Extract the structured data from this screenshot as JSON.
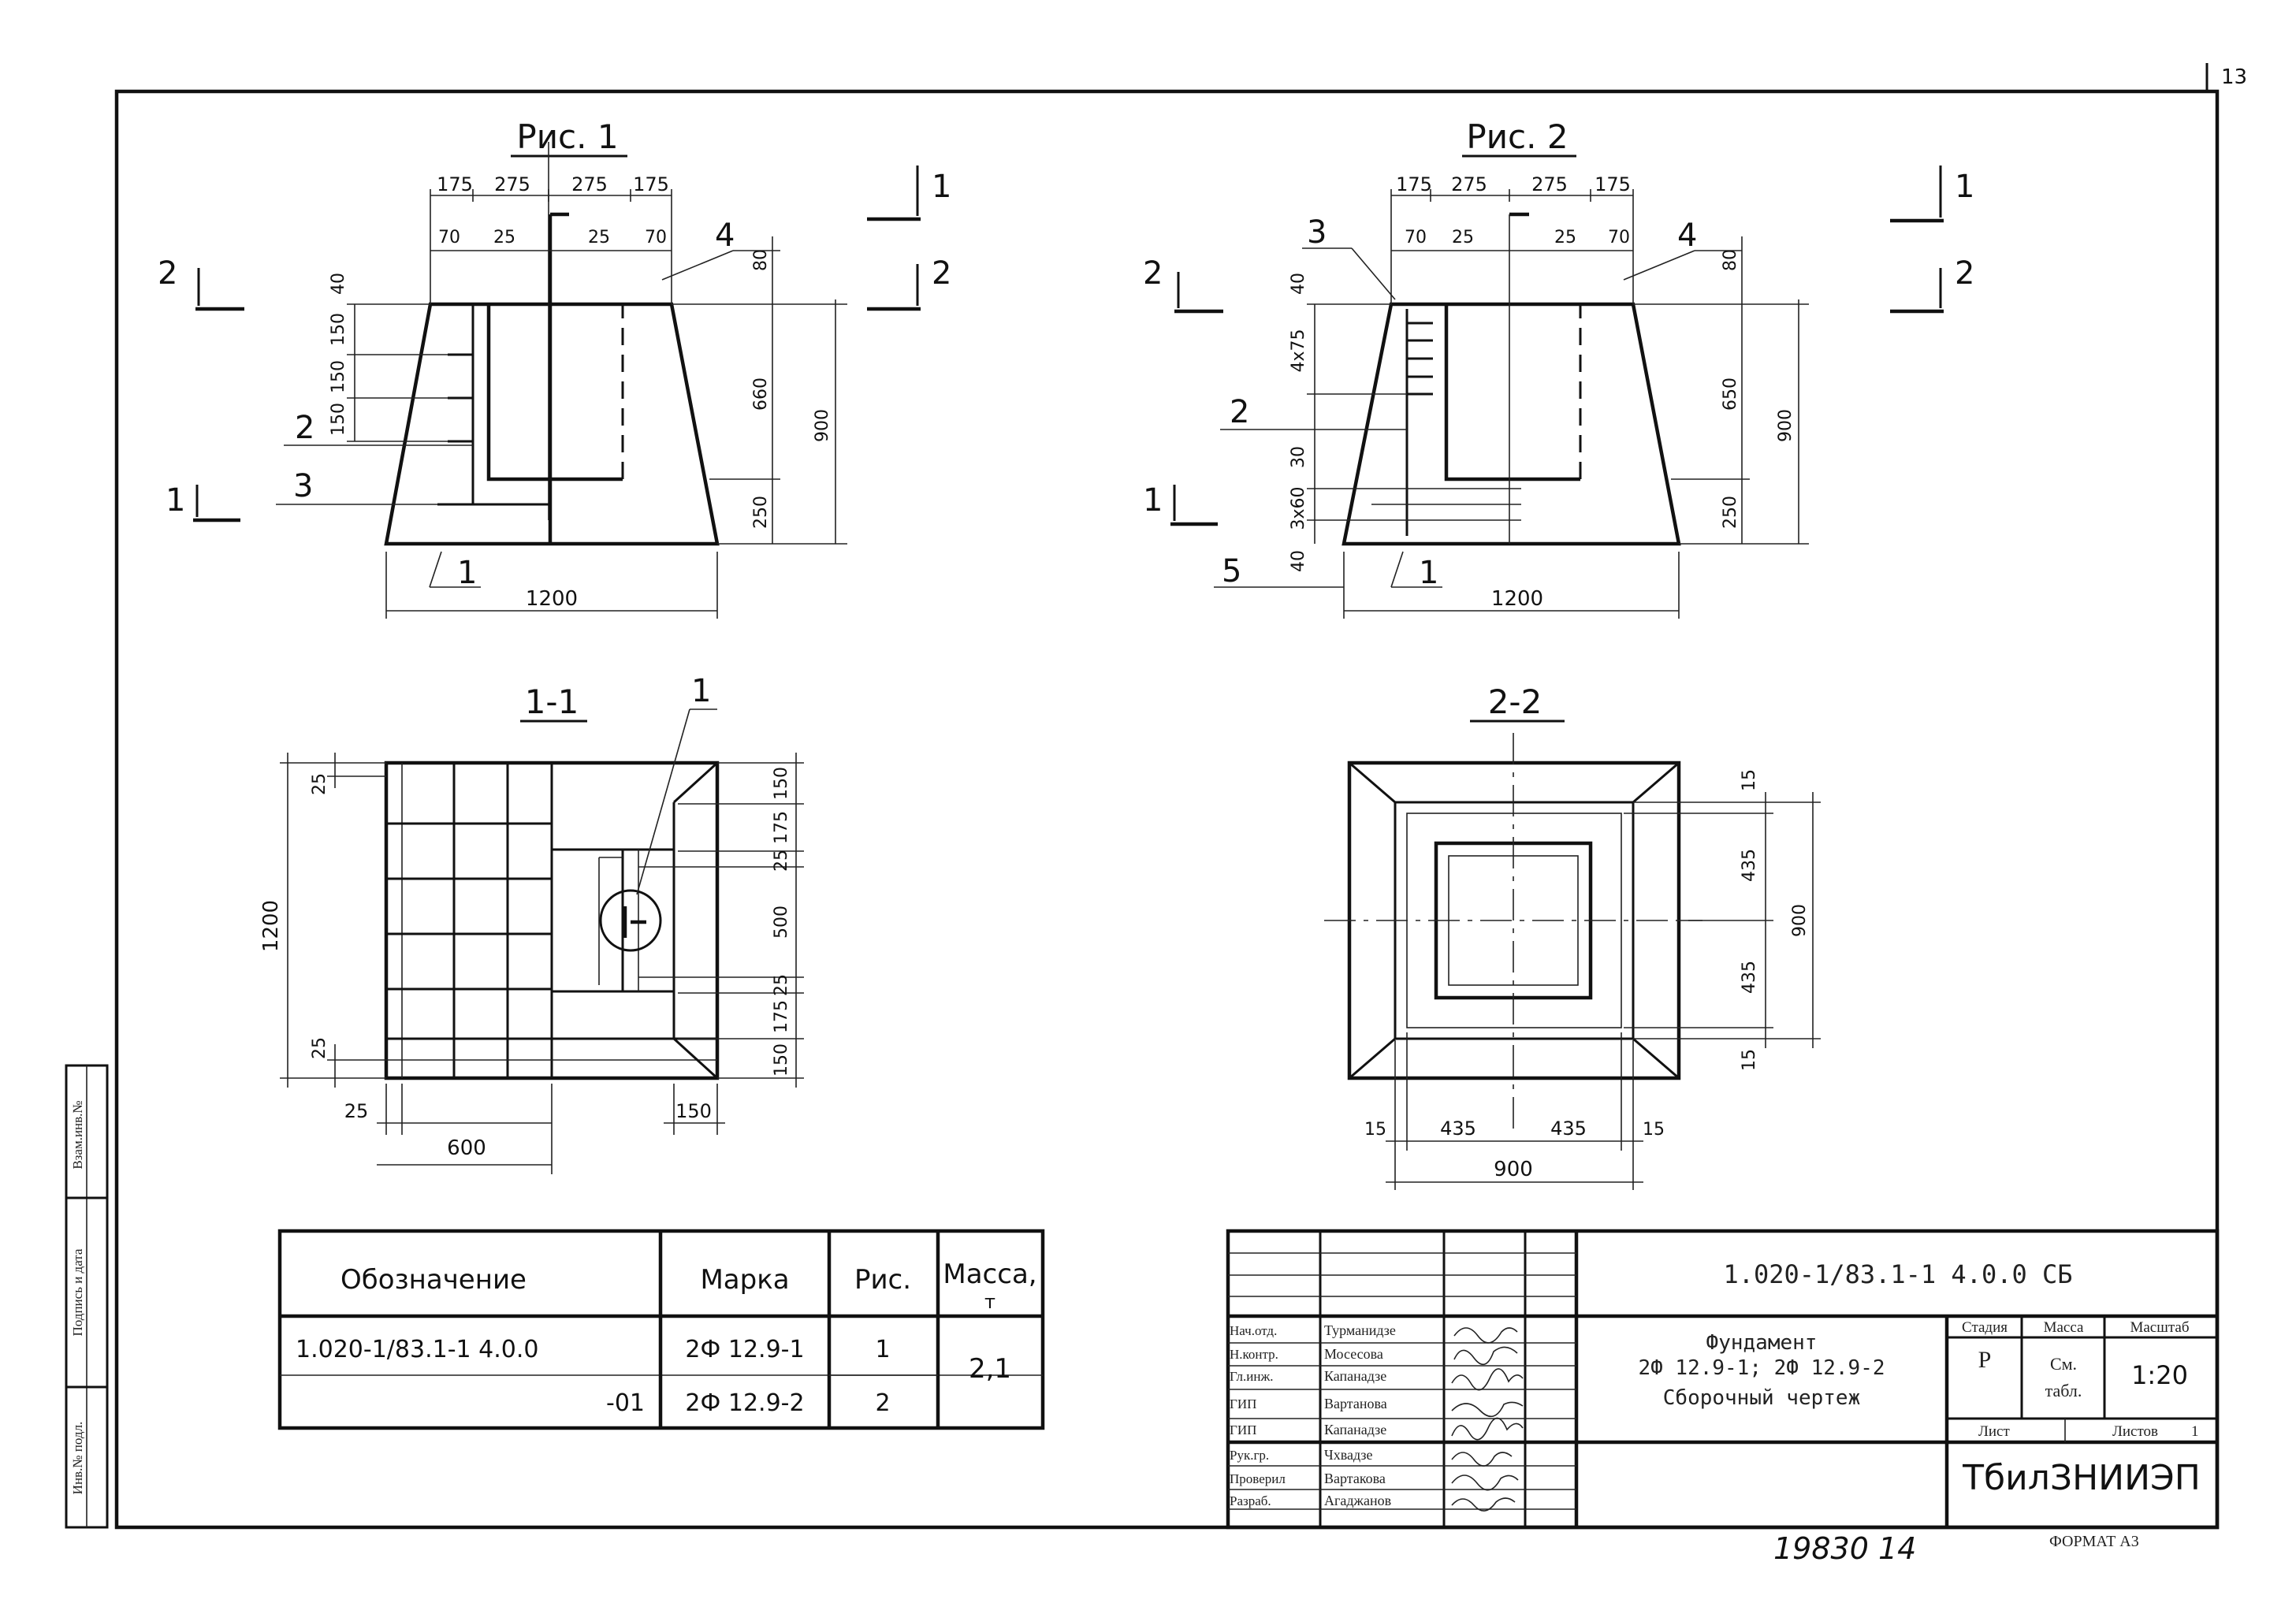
{
  "page_number": "13",
  "bottom_handwritten": "19830 14",
  "format_label": "ФОРМАТ А3",
  "side_stamp": {
    "top": "Взам.инв.№",
    "middle": "Подпись и дата",
    "bottom": "Инв.№ подл."
  },
  "figures": {
    "fig1_title": "Рис. 1",
    "fig2_title": "Рис. 2",
    "sec11_title": "1-1",
    "sec22_title": "2-2"
  },
  "fig1": {
    "top_dims": [
      "175",
      "275",
      "275",
      "175"
    ],
    "inner_dims": [
      "70",
      "25",
      "25",
      "70"
    ],
    "left_dims": [
      "40",
      "150",
      "150",
      "150"
    ],
    "right_dims": [
      "80",
      "660",
      "250",
      "900"
    ],
    "bottom_dim": "1200",
    "callouts": [
      "1",
      "2",
      "3",
      "4"
    ],
    "cut_marks": [
      "2",
      "1",
      "1",
      "2"
    ]
  },
  "fig2": {
    "top_dims": [
      "175",
      "275",
      "275",
      "175"
    ],
    "inner_dims": [
      "70",
      "25",
      "25",
      "70"
    ],
    "left_dims": [
      "40",
      "4x75",
      "30",
      "3x60",
      "40"
    ],
    "right_dims": [
      "80",
      "650",
      "250",
      "900"
    ],
    "bottom_dim": "1200",
    "callouts": [
      "1",
      "2",
      "3",
      "4",
      "5"
    ],
    "cut_marks": [
      "2",
      "1",
      "1",
      "2"
    ]
  },
  "sec11": {
    "left_dims": [
      "25",
      "1200",
      "25"
    ],
    "right_dims": [
      "150",
      "175",
      "25",
      "500",
      "25",
      "175",
      "150"
    ],
    "bottom_dims": [
      "25",
      "600",
      "150"
    ],
    "callout": "1"
  },
  "sec22": {
    "right_dims": [
      "15",
      "435",
      "900",
      "435",
      "15"
    ],
    "bottom_dims": [
      "15",
      "435",
      "435",
      "15",
      "900"
    ]
  },
  "spec_table": {
    "headers": [
      "Обозначение",
      "Марка",
      "Рис.",
      "Масса,"
    ],
    "mass_unit": "т",
    "rows": [
      {
        "designation": "1.020-1/83.1-1 4.0.0",
        "mark": "2Ф 12.9-1",
        "fig": "1"
      },
      {
        "designation": "-01",
        "mark": "2Ф 12.9-2",
        "fig": "2"
      }
    ],
    "mass": "2,1"
  },
  "title_block": {
    "doc_code": "1.020-1/83.1-1 4.0.0 СБ",
    "item_name": "Фундамент",
    "item_marks": "2Ф 12.9-1;  2Ф 12.9-2",
    "item_desc": "Сборочный чертеж",
    "stage_label": "Стадия",
    "mass_label": "Масса",
    "scale_label": "Масштаб",
    "stage": "Р",
    "mass_value": "См.",
    "mass_value2": "табл.",
    "scale": "1:20",
    "sheet_label": "Лист",
    "sheets_label": "Листов",
    "sheets_value": "1",
    "organization": "ТбилЗНИИЭП",
    "staff": [
      {
        "role": "Нач.отд.",
        "name": "Турманидзе"
      },
      {
        "role": "Н.контр.",
        "name": "Мосесова"
      },
      {
        "role": "Гл.инж.",
        "name": "Капанадзе"
      },
      {
        "role": "ГИП",
        "name": "Вартанова"
      },
      {
        "role": "ГИП",
        "name": "Капанадзе"
      },
      {
        "role": "Рук.гр.",
        "name": "Чхвадзе"
      },
      {
        "role": "Проверил",
        "name": "Вартакова"
      },
      {
        "role": "Разраб.",
        "name": "Агаджанов"
      }
    ]
  }
}
